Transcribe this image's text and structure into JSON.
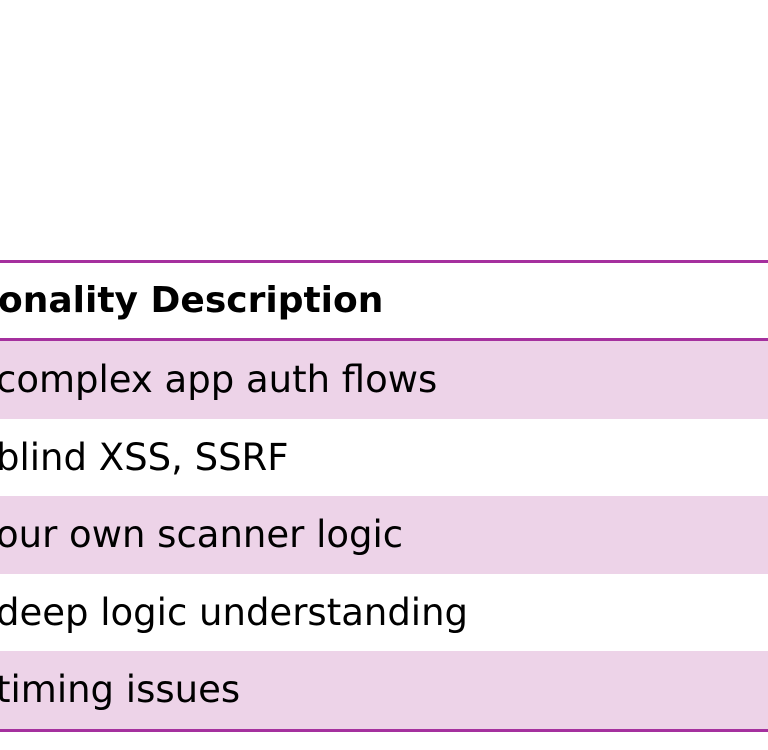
{
  "table": {
    "header": "onality Description",
    "rows": [
      "complex app auth flows",
      "blind XSS, SSRF",
      "our own scanner logic",
      "deep logic understanding",
      "timing issues"
    ]
  },
  "colors": {
    "border": "#A5309E",
    "band": "#EDD3E8"
  }
}
